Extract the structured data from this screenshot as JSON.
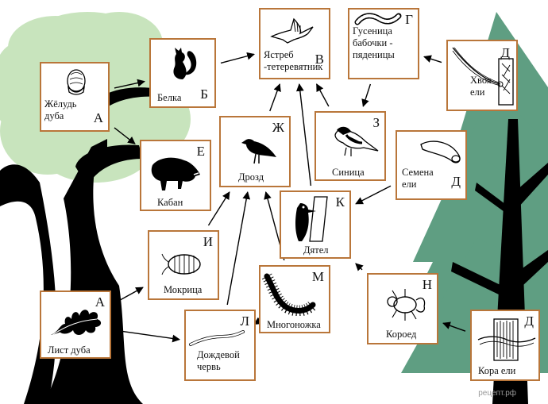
{
  "nodes": [
    {
      "id": "acorn",
      "letter": "А",
      "label": "Жёлудь дуба",
      "icon": "acorn-icon"
    },
    {
      "id": "squirrel",
      "letter": "Б",
      "label": "Белка",
      "icon": "squirrel-icon"
    },
    {
      "id": "hawk",
      "letter": "В",
      "label": "Ястреб -тетеревятник",
      "icon": "hawk-icon"
    },
    {
      "id": "caterpillar",
      "letter": "Г",
      "label": "Гусеница бабочки - пяденицы",
      "icon": "caterpillar-icon"
    },
    {
      "id": "needles",
      "letter": "Д",
      "label": "Хвоя ели",
      "icon": "spruce-needles-icon"
    },
    {
      "id": "boar",
      "letter": "Е",
      "label": "Кабан",
      "icon": "boar-icon"
    },
    {
      "id": "thrush",
      "letter": "Ж",
      "label": "Дрозд",
      "icon": "thrush-icon"
    },
    {
      "id": "tit",
      "letter": "З",
      "label": "Синица",
      "icon": "tit-icon"
    },
    {
      "id": "seeds",
      "letter": "Д",
      "label": "Семена ели",
      "icon": "spruce-seed-icon"
    },
    {
      "id": "woodpecker",
      "letter": "К",
      "label": "Дятел",
      "icon": "woodpecker-icon"
    },
    {
      "id": "woodlouse",
      "letter": "И",
      "label": "Мокрица",
      "icon": "woodlouse-icon"
    },
    {
      "id": "leaf",
      "letter": "А",
      "label": "Лист дуба",
      "icon": "oak-leaf-icon"
    },
    {
      "id": "earthworm",
      "letter": "Л",
      "label": "Дождевой червь",
      "icon": "earthworm-icon"
    },
    {
      "id": "millipede",
      "letter": "М",
      "label": "Многоножка",
      "icon": "millipede-icon"
    },
    {
      "id": "barkbeetle",
      "letter": "Н",
      "label": "Короед",
      "icon": "bark-beetle-icon"
    },
    {
      "id": "bark",
      "letter": "Д",
      "label": "Кора ели",
      "icon": "spruce-bark-icon"
    }
  ],
  "edges": [
    [
      "acorn",
      "squirrel"
    ],
    [
      "acorn",
      "boar"
    ],
    [
      "squirrel",
      "hawk"
    ],
    [
      "caterpillar",
      "tit"
    ],
    [
      "needles",
      "caterpillar"
    ],
    [
      "tit",
      "hawk"
    ],
    [
      "thrush",
      "hawk"
    ],
    [
      "woodpecker",
      "hawk"
    ],
    [
      "seeds",
      "woodpecker"
    ],
    [
      "barkbeetle",
      "woodpecker"
    ],
    [
      "bark",
      "barkbeetle"
    ],
    [
      "woodlouse",
      "thrush"
    ],
    [
      "earthworm",
      "thrush"
    ],
    [
      "millipede",
      "thrush"
    ],
    [
      "leaf",
      "woodlouse"
    ],
    [
      "leaf",
      "earthworm"
    ],
    [
      "earthworm",
      "millipede"
    ]
  ],
  "watermark": "рецепт.рф",
  "colors": {
    "card_border": "#b9763a",
    "oak_crown": "#c8e4bd",
    "spruce": "#5f9e82",
    "trunk": "#000000"
  }
}
